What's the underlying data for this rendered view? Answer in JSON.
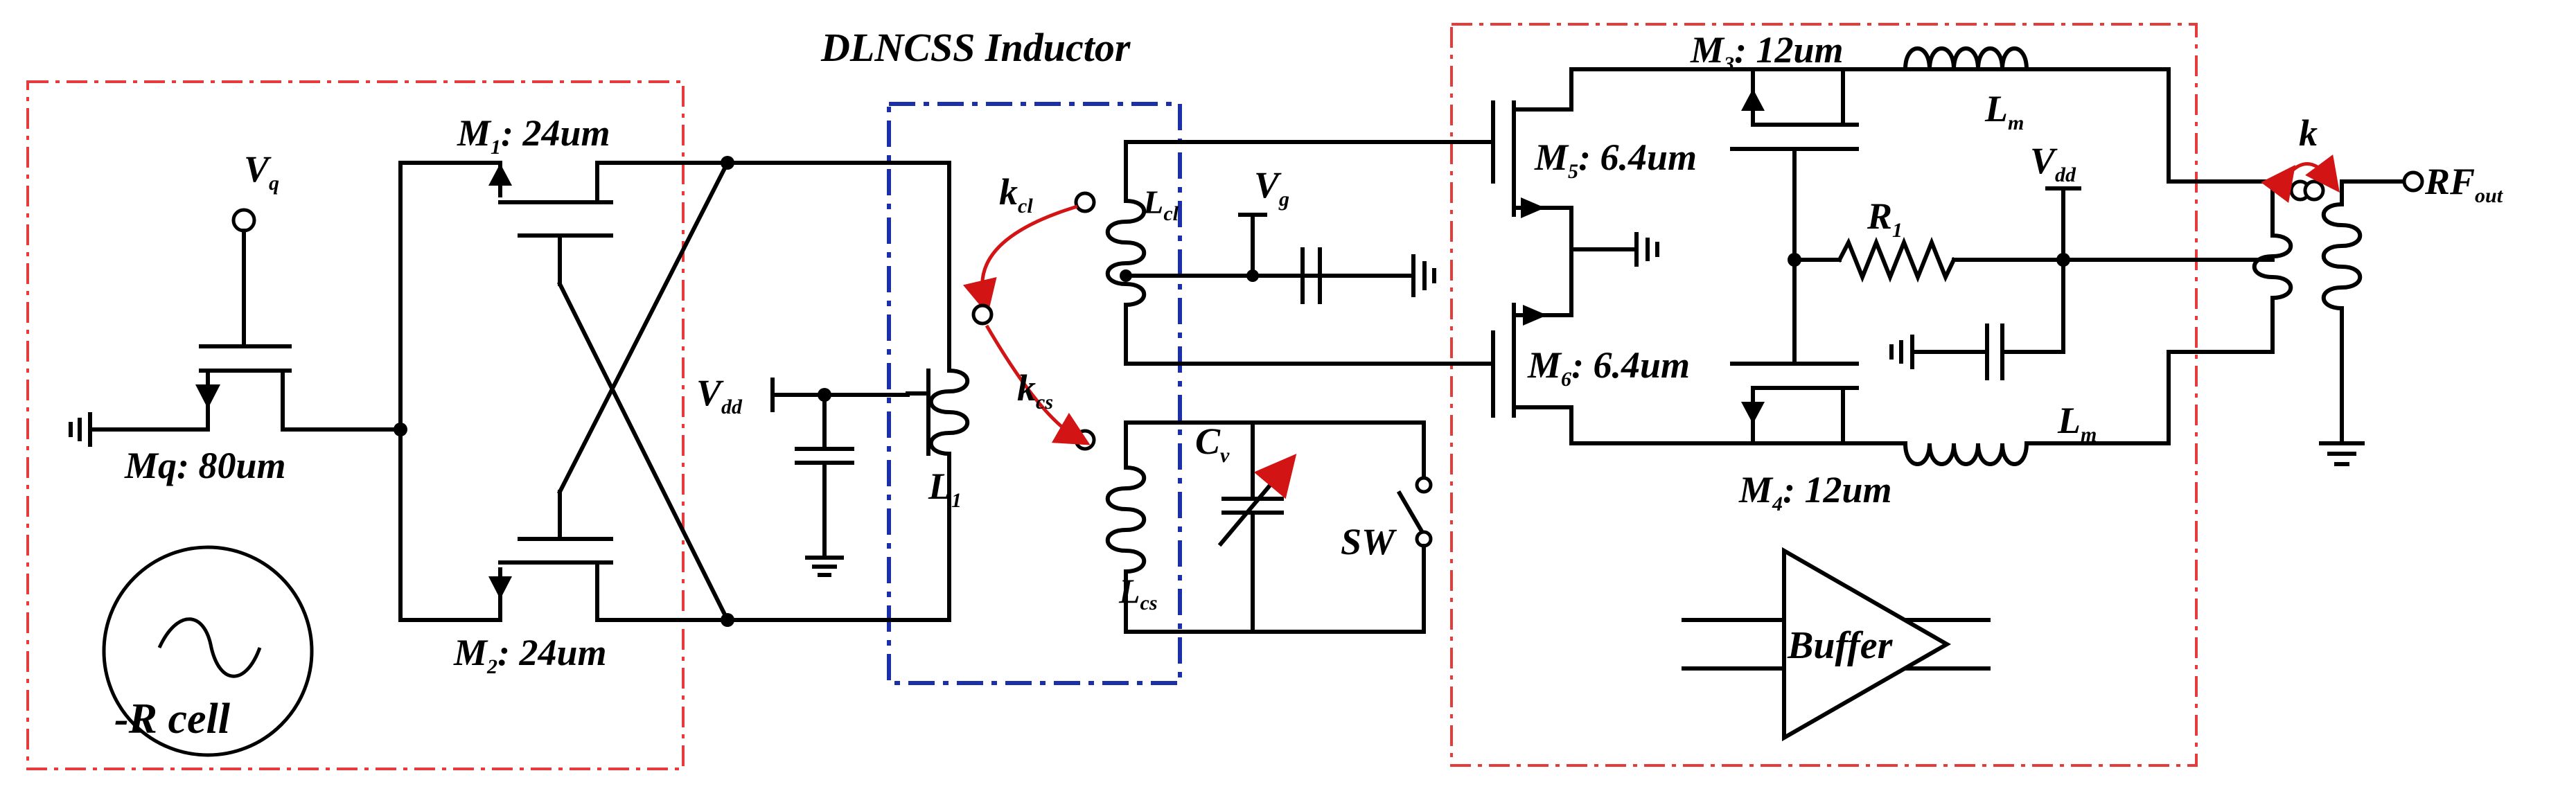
{
  "title": "DLNCSS Inductor",
  "neg_r_cell": {
    "label": "-R cell",
    "vq": {
      "main": "V",
      "sub": "q"
    },
    "mq": "Mq: 80um",
    "m1": {
      "main": "M",
      "sub": "1",
      "rest": ": 24um"
    },
    "m2": {
      "main": "M",
      "sub": "2",
      "rest": ": 24um"
    }
  },
  "inductor": {
    "vdd": {
      "main": "V",
      "sub": "dd"
    },
    "l1": {
      "main": "L",
      "sub": "1"
    },
    "kcl": {
      "main": "k",
      "sub": "cl"
    },
    "kcs": {
      "main": "k",
      "sub": "cs"
    },
    "lcl": {
      "main": "L",
      "sub": "cl"
    },
    "lcs": {
      "main": "L",
      "sub": "cs"
    },
    "vg": {
      "main": "V",
      "sub": "g"
    },
    "cv": {
      "main": "C",
      "sub": "v"
    },
    "sw": "SW"
  },
  "buffer": {
    "label": "Buffer",
    "m3": {
      "main": "M",
      "sub": "3",
      "rest": ": 12um"
    },
    "m4": {
      "main": "M",
      "sub": "4",
      "rest": ": 12um"
    },
    "m5": {
      "main": "M",
      "sub": "5",
      "rest": ": 6.4um"
    },
    "m6": {
      "main": "M",
      "sub": "6",
      "rest": ": 6.4um"
    },
    "lm_top": {
      "main": "L",
      "sub": "m"
    },
    "lm_bot": {
      "main": "L",
      "sub": "m"
    },
    "r1": {
      "main": "R",
      "sub": "1"
    },
    "vdd": {
      "main": "V",
      "sub": "dd"
    }
  },
  "output": {
    "k": "k",
    "rfout": {
      "main": "RF",
      "sub": "out"
    }
  },
  "colors": {
    "boundary_red": "#e53b3b",
    "boundary_blue": "#1a2fa8",
    "coupling_arrow": "#d21414"
  }
}
